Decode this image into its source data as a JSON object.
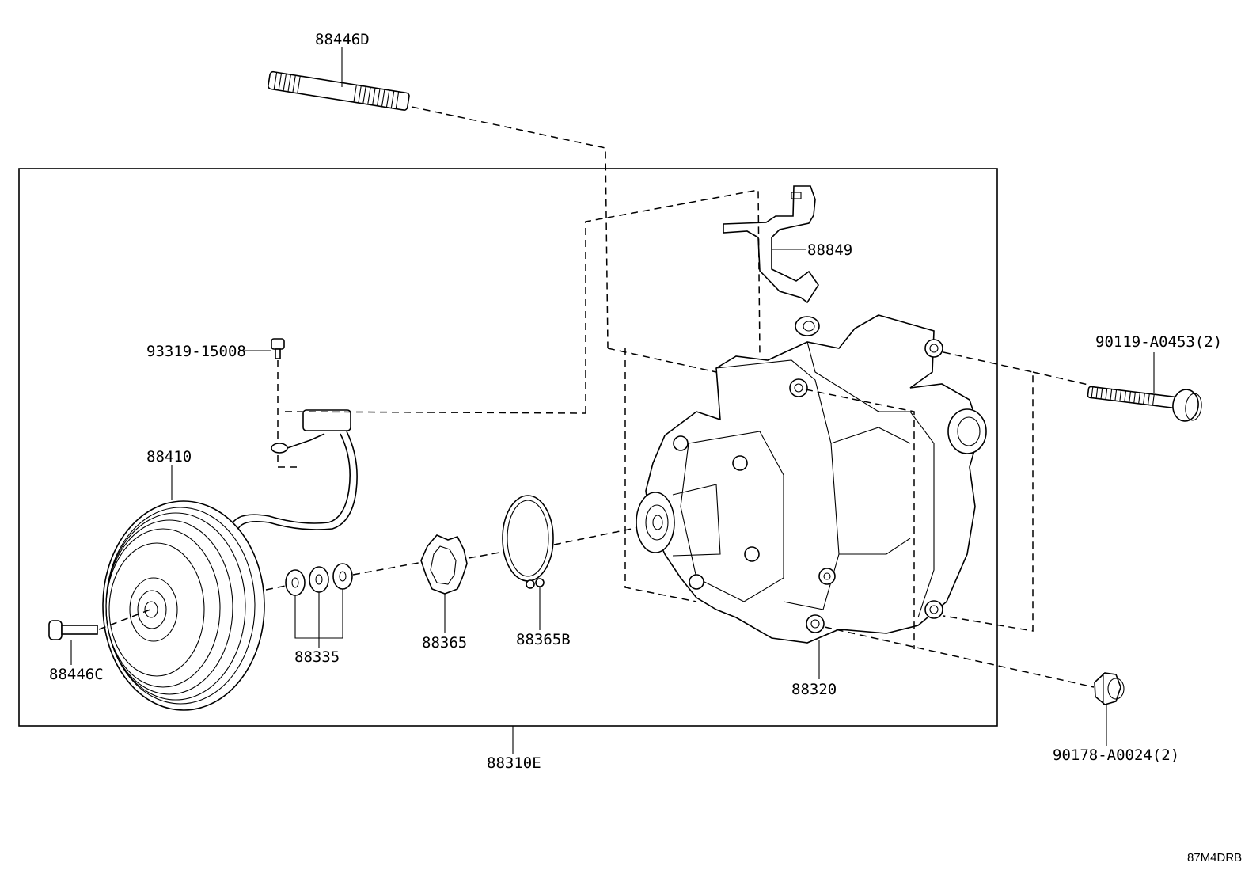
{
  "diagram": {
    "parts": [
      {
        "id": "stud",
        "label": "88446D"
      },
      {
        "id": "bracket",
        "label": "88849"
      },
      {
        "id": "screw",
        "label": "93319-15008"
      },
      {
        "id": "bolt-right",
        "label": "90119-A0453(2)"
      },
      {
        "id": "clutch",
        "label": "88410"
      },
      {
        "id": "bolt-left",
        "label": "88446C"
      },
      {
        "id": "shims",
        "label": "88335"
      },
      {
        "id": "hub-plate",
        "label": "88365"
      },
      {
        "id": "snap-ring",
        "label": "88365B"
      },
      {
        "id": "compressor",
        "label": "88320"
      },
      {
        "id": "nut",
        "label": "90178-A0024(2)"
      },
      {
        "id": "assembly",
        "label": "88310E"
      }
    ],
    "reference_code": "87M4DRB"
  }
}
